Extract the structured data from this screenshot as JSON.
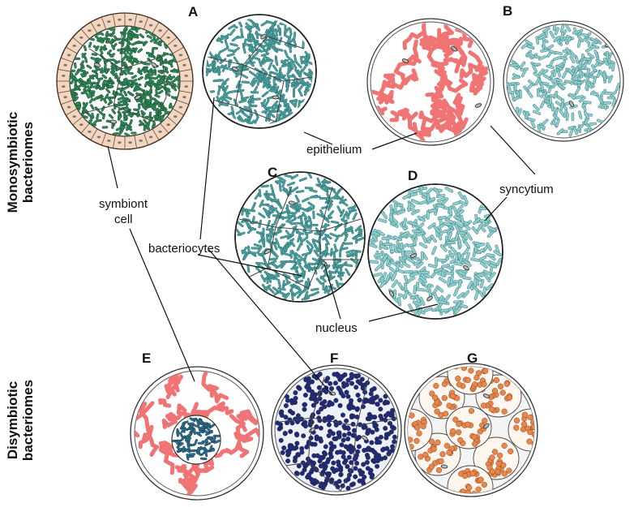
{
  "labels": {
    "epithelium": "epithelium",
    "syncytium": "syncytium",
    "symbiont_line1": "symbiont",
    "symbiont_line2": "cell",
    "bacteriocytes": "bacteriocytes",
    "nucleus": "nucleus"
  },
  "side_labels": {
    "monosymbiotic_line1": "Monosymbiotic",
    "monosymbiotic_line2": "bacteriomes",
    "disymbiotic_line1": "Disymbiotic",
    "disymbiotic_line2": "bacteriomes"
  },
  "panels": [
    {
      "letter": "A"
    },
    {
      "letter": "B"
    },
    {
      "letter": "C"
    },
    {
      "letter": "D"
    },
    {
      "letter": "E"
    },
    {
      "letter": "F"
    },
    {
      "letter": "G"
    }
  ],
  "colors": {
    "green_symbiont": "#2e8b57",
    "teal_symbiont": "#4aa3a3",
    "pale_teal_symbiont": "#8fcfcf",
    "pink_symbiont": "#f07474",
    "navy_symbiont": "#1f2a7a",
    "orange_symbiont": "#e9874a",
    "epithelium_fill": "#f3d6bf"
  }
}
